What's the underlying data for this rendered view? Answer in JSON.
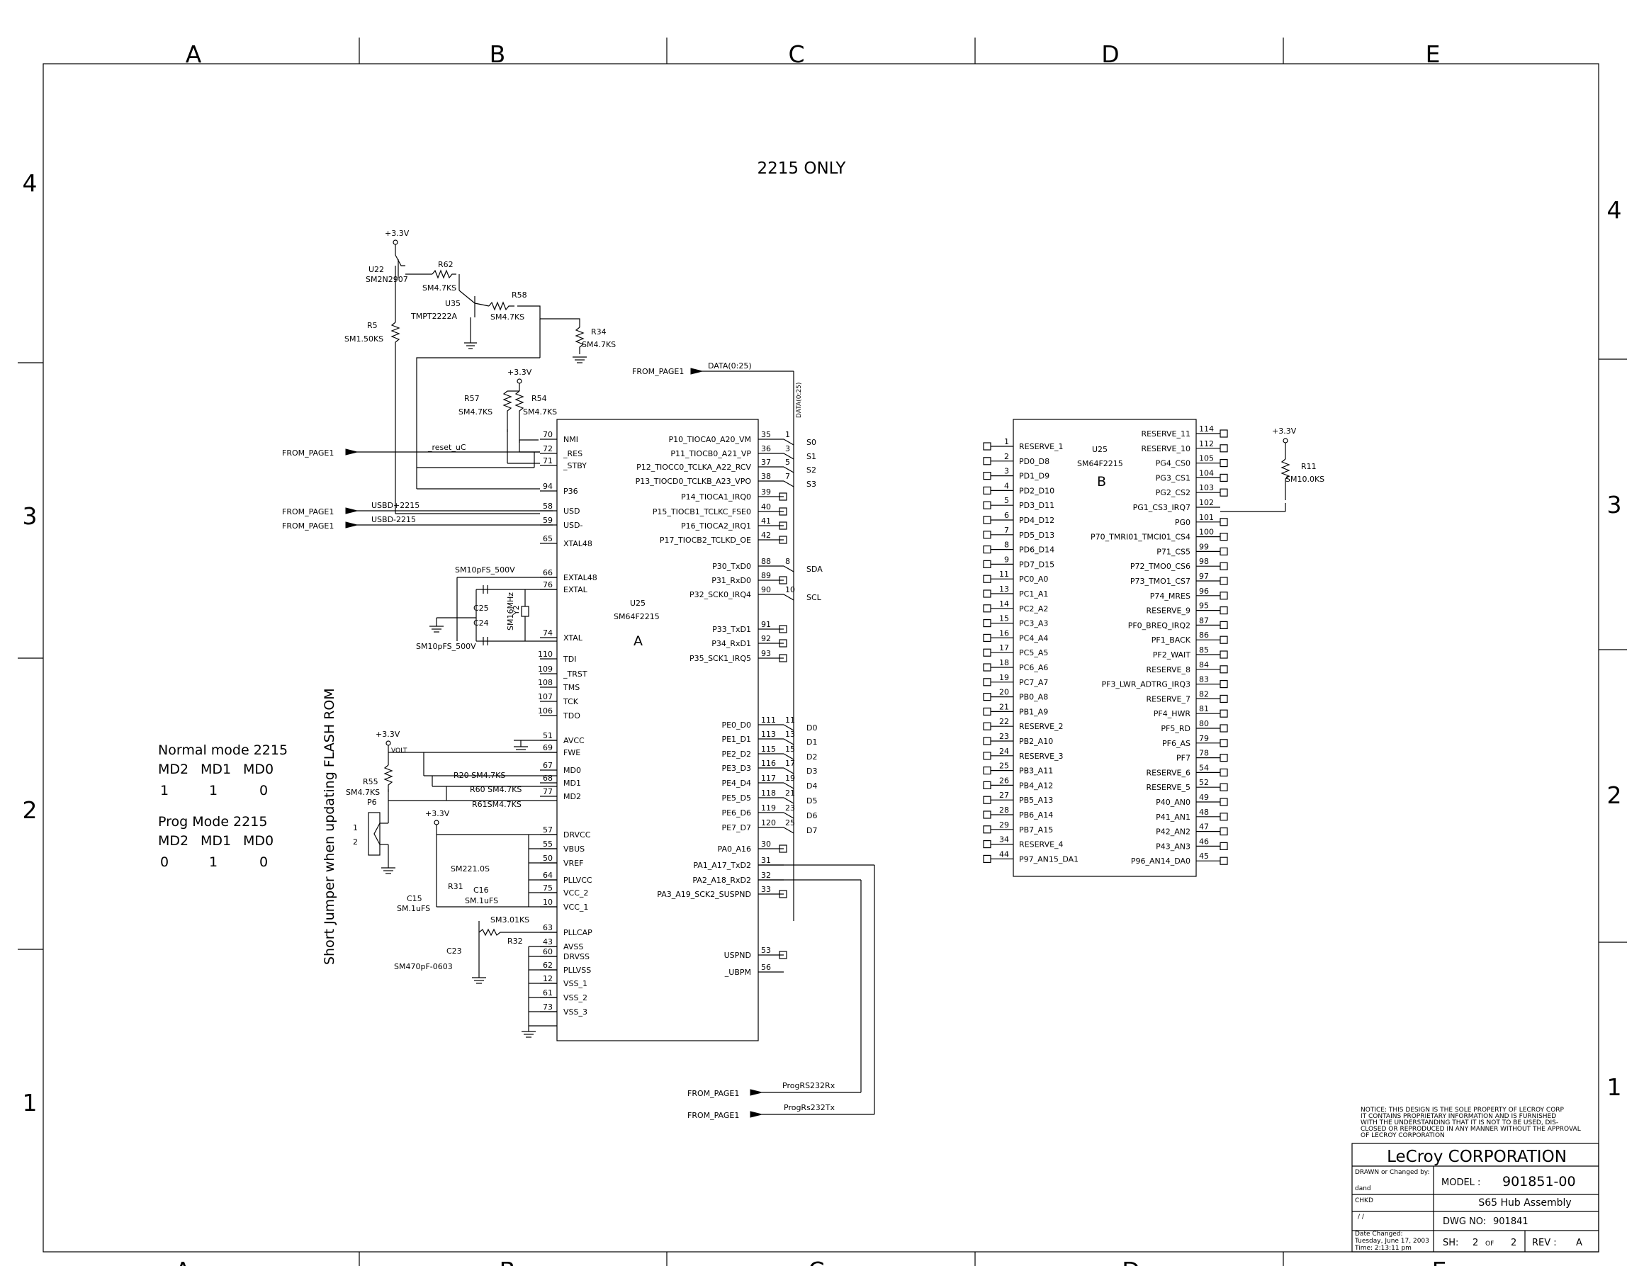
{
  "border": {
    "cols": [
      "A",
      "B",
      "C",
      "D",
      "E"
    ],
    "rows": [
      "4",
      "3",
      "2",
      "1"
    ]
  },
  "page_title": "2215 ONLY",
  "mode_table": {
    "normal_title": "Normal mode 2215",
    "prog_title": "Prog Mode 2215",
    "headers": [
      "MD2",
      "MD1",
      "MD0"
    ],
    "normal_values": [
      "1",
      "1",
      "0"
    ],
    "prog_values": [
      "0",
      "1",
      "0"
    ]
  },
  "jumper_note": "Short Jumper when updating FLASH ROM",
  "reset_circuit": {
    "vcc": "+3.3V",
    "u22": "U22",
    "u22_part": "SM2N2907",
    "r62": "R62",
    "r62_val": "SM4.7KS",
    "u35": "U35",
    "u35_part": "TMPT2222A",
    "r58": "R58",
    "r58_val": "SM4.7KS",
    "r5": "R5",
    "r5_val": "SM1.50KS",
    "r34": "R34",
    "r34_val": "SM4.7KS",
    "r57": "R57",
    "r57_val": "SM4.7KS",
    "r54": "R54",
    "r54_val": "SM4.7KS",
    "reset_net": "_reset_uC"
  },
  "offpage": {
    "from_page1": "FROM_PAGE1",
    "data_bus": "DATA(0:25)",
    "usbd_plus": "USBD+2215",
    "usbd_minus": "USBD-2215",
    "rs232rx": "ProgRS232Rx",
    "rs232tx": "ProgRs232Tx"
  },
  "u25a": {
    "ref": "U25",
    "part": "SM64F2215",
    "section": "A",
    "left_pins": [
      {
        "num": "70",
        "name": "NMI"
      },
      {
        "num": "72",
        "name": "_RES"
      },
      {
        "num": "71",
        "name": "_STBY"
      },
      {
        "num": "94",
        "name": "P36"
      },
      {
        "num": "58",
        "name": "USD"
      },
      {
        "num": "59",
        "name": "USD-"
      },
      {
        "num": "65",
        "name": "XTAL48"
      },
      {
        "num": "66",
        "name": "EXTAL48"
      },
      {
        "num": "76",
        "name": "EXTAL"
      },
      {
        "num": "74",
        "name": "XTAL"
      },
      {
        "num": "110",
        "name": "TDI"
      },
      {
        "num": "109",
        "name": "_TRST"
      },
      {
        "num": "108",
        "name": "TMS"
      },
      {
        "num": "107",
        "name": "TCK"
      },
      {
        "num": "106",
        "name": "TDO"
      },
      {
        "num": "51",
        "name": "AVCC"
      },
      {
        "num": "69",
        "name": "FWE"
      },
      {
        "num": "67",
        "name": "MD0"
      },
      {
        "num": "68",
        "name": "MD1"
      },
      {
        "num": "77",
        "name": "MD2"
      },
      {
        "num": "57",
        "name": "DRVCC"
      },
      {
        "num": "55",
        "name": "VBUS"
      },
      {
        "num": "50",
        "name": "VREF"
      },
      {
        "num": "64",
        "name": "PLLVCC"
      },
      {
        "num": "75",
        "name": "VCC_2"
      },
      {
        "num": "10",
        "name": "VCC_1"
      },
      {
        "num": "63",
        "name": "PLLCAP"
      },
      {
        "num": "43",
        "name": "AVSS"
      },
      {
        "num": "60",
        "name": "DRVSS"
      },
      {
        "num": "62",
        "name": "PLLVSS"
      },
      {
        "num": "12",
        "name": "VSS_1"
      },
      {
        "num": "61",
        "name": "VSS_2"
      },
      {
        "num": "73",
        "name": "VSS_3"
      }
    ],
    "right_pins": [
      {
        "num": "35",
        "name": "P10_TIOCA0_A20_VM",
        "net": "S0"
      },
      {
        "num": "36",
        "name": "P11_TIOCB0_A21_VP",
        "net": "S1"
      },
      {
        "num": "37",
        "name": "P12_TIOCC0_TCLKA_A22_RCV",
        "net": "S2"
      },
      {
        "num": "38",
        "name": "P13_TIOCD0_TCLKB_A23_VPO",
        "net": "S3"
      },
      {
        "num": "39",
        "name": "P14_TIOCA1_IRQ0",
        "net": ""
      },
      {
        "num": "40",
        "name": "P15_TIOCB1_TCLKC_FSE0",
        "net": ""
      },
      {
        "num": "41",
        "name": "P16_TIOCA2_IRQ1",
        "net": ""
      },
      {
        "num": "42",
        "name": "P17_TIOCB2_TCLKD_OE",
        "net": ""
      },
      {
        "num": "88",
        "name": "P30_TxD0",
        "net": "SDA"
      },
      {
        "num": "89",
        "name": "P31_RxD0",
        "net": ""
      },
      {
        "num": "90",
        "name": "P32_SCK0_IRQ4",
        "net": "SCL"
      },
      {
        "num": "91",
        "name": "P33_TxD1",
        "net": ""
      },
      {
        "num": "92",
        "name": "P34_RxD1",
        "net": ""
      },
      {
        "num": "93",
        "name": "P35_SCK1_IRQ5",
        "net": ""
      },
      {
        "num": "111",
        "name": "PE0_D0",
        "net": "D0"
      },
      {
        "num": "113",
        "name": "PE1_D1",
        "net": "D1"
      },
      {
        "num": "115",
        "name": "PE2_D2",
        "net": "D2"
      },
      {
        "num": "116",
        "name": "PE3_D3",
        "net": "D3"
      },
      {
        "num": "117",
        "name": "PE4_D4",
        "net": "D4"
      },
      {
        "num": "118",
        "name": "PE5_D5",
        "net": "D5"
      },
      {
        "num": "119",
        "name": "PE6_D6",
        "net": "D6"
      },
      {
        "num": "120",
        "name": "PE7_D7",
        "net": "D7"
      },
      {
        "num": "30",
        "name": "PA0_A16",
        "net": ""
      },
      {
        "num": "31",
        "name": "PA1_A17_TxD2",
        "net": ""
      },
      {
        "num": "32",
        "name": "PA2_A18_RxD2",
        "net": ""
      },
      {
        "num": "33",
        "name": "PA3_A19_SCK2_SUSPND",
        "net": ""
      },
      {
        "num": "53",
        "name": "USPND",
        "net": ""
      },
      {
        "num": "56",
        "name": "_UBPM",
        "net": ""
      }
    ],
    "bus_nums": [
      "1",
      "3",
      "5",
      "7",
      "8",
      "10",
      "11",
      "13",
      "15",
      "17",
      "19",
      "21",
      "23",
      "25"
    ]
  },
  "osc": {
    "c25": "C25",
    "c24": "C24",
    "cap_top": "SM10pFS_500V",
    "cap_bot": "SM10pFS_500V",
    "y2": "Y2",
    "y2_val": "SM16MHz"
  },
  "mode_circuit": {
    "vcc": "+3.3V",
    "volt": "VOLT",
    "r55": "R55",
    "r55_val": "SM4.7KS",
    "p6": "P6",
    "p6_pin1": "1",
    "p6_pin2": "2",
    "r20": "R20 SM4.7KS",
    "r60": "R60 SM4.7KS",
    "r61": "R61SM4.7KS"
  },
  "power_circuit": {
    "vcc": "+3.3V",
    "r31": "R31",
    "r31_val": "SM221.0S",
    "c16": "C16",
    "c16_val": "SM.1uFS",
    "c15": "C15",
    "c15_val": "SM.1uFS",
    "r32": "R32",
    "r32_val": "SM3.01KS",
    "c23": "C23",
    "c23_val": "SM470pF-0603"
  },
  "u25b": {
    "ref": "U25",
    "part": "SM64F2215",
    "section": "B",
    "vcc": "+3.3V",
    "r11": "R11",
    "r11_val": "SM10.0KS",
    "left_pins": [
      {
        "num": "1",
        "name": "RESERVE_1"
      },
      {
        "num": "2",
        "name": "PD0_D8"
      },
      {
        "num": "3",
        "name": "PD1_D9"
      },
      {
        "num": "4",
        "name": "PD2_D10"
      },
      {
        "num": "5",
        "name": "PD3_D11"
      },
      {
        "num": "6",
        "name": "PD4_D12"
      },
      {
        "num": "7",
        "name": "PD5_D13"
      },
      {
        "num": "8",
        "name": "PD6_D14"
      },
      {
        "num": "9",
        "name": "PD7_D15"
      },
      {
        "num": "11",
        "name": "PC0_A0"
      },
      {
        "num": "13",
        "name": "PC1_A1"
      },
      {
        "num": "14",
        "name": "PC2_A2"
      },
      {
        "num": "15",
        "name": "PC3_A3"
      },
      {
        "num": "16",
        "name": "PC4_A4"
      },
      {
        "num": "17",
        "name": "PC5_A5"
      },
      {
        "num": "18",
        "name": "PC6_A6"
      },
      {
        "num": "19",
        "name": "PC7_A7"
      },
      {
        "num": "20",
        "name": "PB0_A8"
      },
      {
        "num": "21",
        "name": "PB1_A9"
      },
      {
        "num": "22",
        "name": "RESERVE_2"
      },
      {
        "num": "23",
        "name": "PB2_A10"
      },
      {
        "num": "24",
        "name": "RESERVE_3"
      },
      {
        "num": "25",
        "name": "PB3_A11"
      },
      {
        "num": "26",
        "name": "PB4_A12"
      },
      {
        "num": "27",
        "name": "PB5_A13"
      },
      {
        "num": "28",
        "name": "PB6_A14"
      },
      {
        "num": "29",
        "name": "PB7_A15"
      },
      {
        "num": "34",
        "name": "RESERVE_4"
      },
      {
        "num": "44",
        "name": "P97_AN15_DA1"
      }
    ],
    "right_pins": [
      {
        "num": "114",
        "name": "RESERVE_11"
      },
      {
        "num": "112",
        "name": "RESERVE_10"
      },
      {
        "num": "105",
        "name": "PG4_CS0"
      },
      {
        "num": "104",
        "name": "PG3_CS1"
      },
      {
        "num": "103",
        "name": "PG2_CS2"
      },
      {
        "num": "102",
        "name": "PG1_CS3_IRQ7"
      },
      {
        "num": "101",
        "name": "PG0"
      },
      {
        "num": "100",
        "name": "P70_TMRI01_TMCI01_CS4"
      },
      {
        "num": "99",
        "name": "P71_CS5"
      },
      {
        "num": "98",
        "name": "P72_TMO0_CS6"
      },
      {
        "num": "97",
        "name": "P73_TMO1_CS7"
      },
      {
        "num": "96",
        "name": "P74_MRES"
      },
      {
        "num": "95",
        "name": "RESERVE_9"
      },
      {
        "num": "87",
        "name": "PF0_BREQ_IRQ2"
      },
      {
        "num": "86",
        "name": "PF1_BACK"
      },
      {
        "num": "85",
        "name": "PF2_WAIT"
      },
      {
        "num": "84",
        "name": "RESERVE_8"
      },
      {
        "num": "83",
        "name": "PF3_LWR_ADTRG_IRQ3"
      },
      {
        "num": "82",
        "name": "RESERVE_7"
      },
      {
        "num": "81",
        "name": "PF4_HWR"
      },
      {
        "num": "80",
        "name": "PF5_RD"
      },
      {
        "num": "79",
        "name": "PF6_AS"
      },
      {
        "num": "78",
        "name": "PF7"
      },
      {
        "num": "54",
        "name": "RESERVE_6"
      },
      {
        "num": "52",
        "name": "RESERVE_5"
      },
      {
        "num": "49",
        "name": "P40_AN0"
      },
      {
        "num": "48",
        "name": "P41_AN1"
      },
      {
        "num": "47",
        "name": "P42_AN2"
      },
      {
        "num": "46",
        "name": "P43_AN3"
      },
      {
        "num": "45",
        "name": "P96_AN14_DA0"
      }
    ]
  },
  "title_block": {
    "notice": [
      "NOTICE: THIS DESIGN IS THE SOLE PROPERTY OF LECROY CORP",
      "IT CONTAINS PROPRIETARY INFORMATION AND IS FURNISHED",
      "WITH THE UNDERSTANDING THAT IT IS NOT TO BE USED, DIS-",
      "CLOSED OR REPRODUCED IN ANY MANNER WITHOUT THE APPROVAL",
      "OF LECROY CORPORATION"
    ],
    "company": "LeCroy  CORPORATION",
    "drawn_label": "DRAWN or Changed by:",
    "drawn_by": "dand",
    "model_label": "MODEL :",
    "model": "901851-00",
    "desc": "S65 Hub Assembly",
    "chkd": "CHKD",
    "chkd_date": "/  /",
    "dwg_label": "DWG NO:",
    "dwg": "901841",
    "date_label": "Date Changed:",
    "date": "Tuesday, June 17, 2003",
    "time": "Time:   2:13:11 pm",
    "sh_label": "SH:",
    "sh": "2",
    "of_label": "OF",
    "of": "2",
    "rev_label": "REV :",
    "rev": "A"
  }
}
